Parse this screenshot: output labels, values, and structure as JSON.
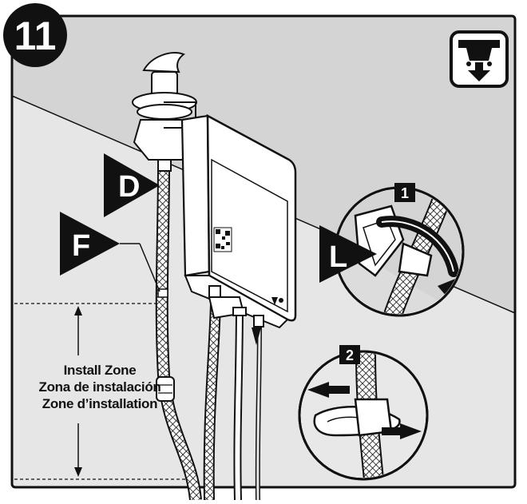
{
  "step": {
    "number": "11"
  },
  "callouts": {
    "d": "D",
    "f": "F",
    "l": "L"
  },
  "insets": [
    {
      "number": "1"
    },
    {
      "number": "2"
    }
  ],
  "install_zone": {
    "labels": [
      "Install Zone",
      "Zona de instalación",
      "Zone d’installation"
    ]
  },
  "icons": {
    "step_badge": "circle-number-badge",
    "mount_icon": "under-sink-mount-icon"
  },
  "colors": {
    "wall": "#d9d9d9",
    "floor": "#e6e6e6",
    "outline": "#111111",
    "device": "#ffffff"
  }
}
